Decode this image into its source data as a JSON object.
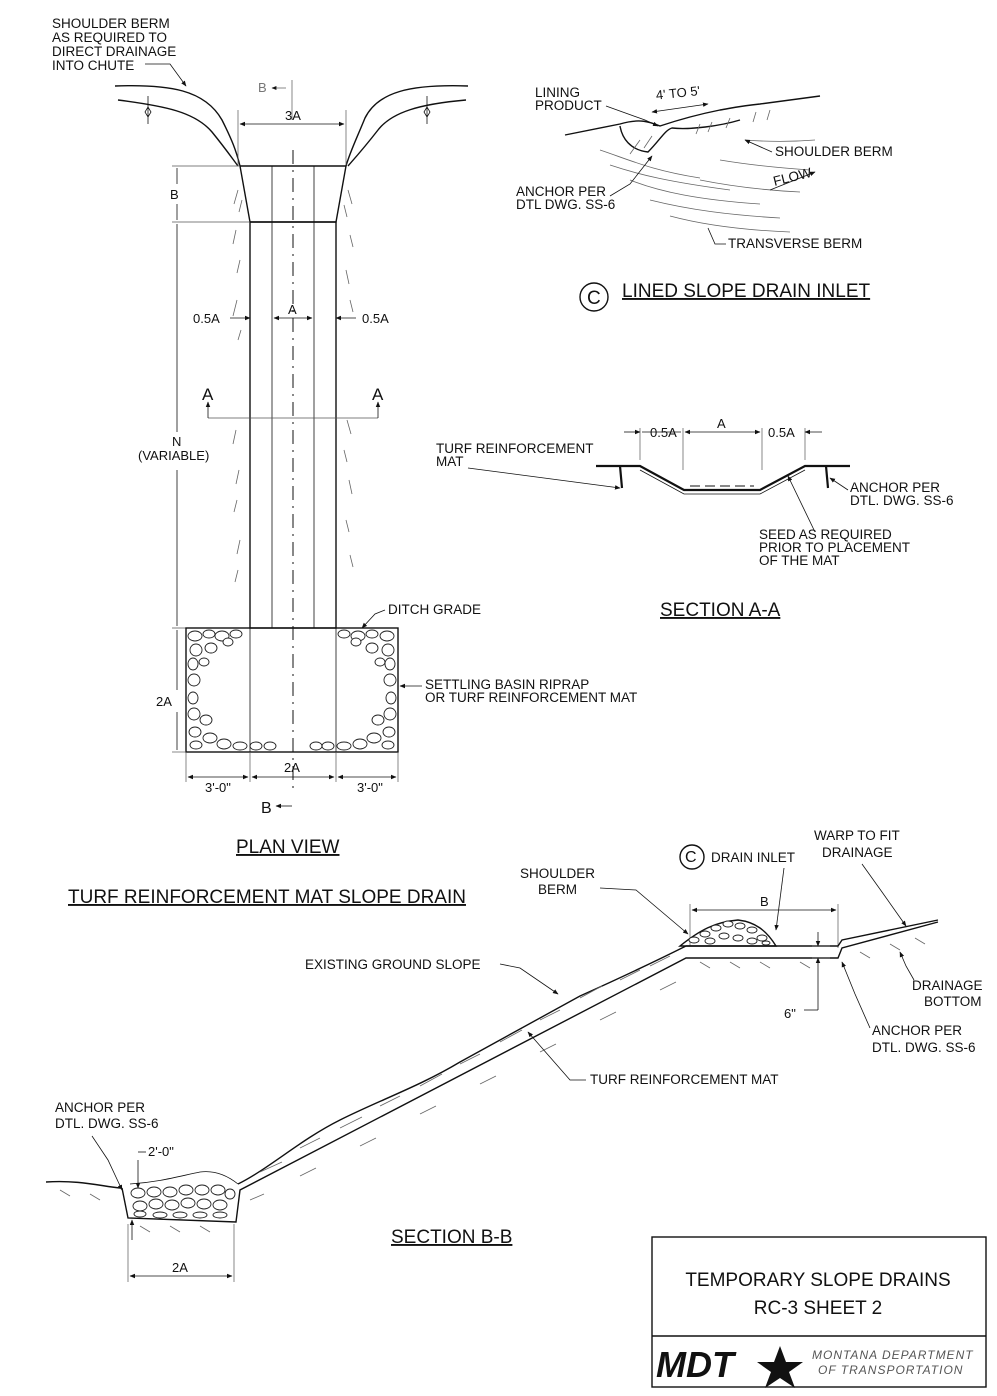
{
  "plan_view": {
    "shoulder_berm_note": [
      "SHOULDER BERM",
      "AS REQUIRED TO",
      "DIRECT DRAINAGE",
      "INTO CHUTE"
    ],
    "dim_3a": "3A",
    "dim_b": "B",
    "dim_a": "A",
    "dim_half_a_left": "0.5A",
    "dim_half_a_right": "0.5A",
    "dim_n": "N",
    "dim_n_sub": "(VARIABLE)",
    "dim_2a_side": "2A",
    "dim_2a_bottom": "2A",
    "dim_3ft_left": "3'-0\"",
    "dim_3ft_right": "3'-0\"",
    "section_a_left": "A",
    "section_a_right": "A",
    "section_b_top": "B",
    "section_b_bottom": "B",
    "ditch_grade": "DITCH GRADE",
    "settling_basin": [
      "SETTLING BASIN RIPRAP",
      "OR TURF REINFORCEMENT MAT"
    ],
    "title": "PLAN VIEW"
  },
  "main_title": "TURF REINFORCEMENT MAT SLOPE DRAIN",
  "detail_c": {
    "lining_product": [
      "LINING",
      "PRODUCT"
    ],
    "width": "4' TO 5'",
    "shoulder_berm": "SHOULDER BERM",
    "anchor": [
      "ANCHOR PER",
      "DTL DWG. SS-6"
    ],
    "flow": "FLOW",
    "transverse_berm": "TRANSVERSE BERM",
    "marker": "C",
    "title": "LINED SLOPE DRAIN INLET"
  },
  "section_aa": {
    "trm": [
      "TURF REINFORCEMENT",
      "MAT"
    ],
    "dim_half_left": "0.5A",
    "dim_a": "A",
    "dim_half_right": "0.5A",
    "anchor": [
      "ANCHOR PER",
      "DTL. DWG. SS-6"
    ],
    "seed": [
      "SEED AS REQUIRED",
      "PRIOR TO PLACEMENT",
      "OF THE MAT"
    ],
    "title": "SECTION A-A"
  },
  "section_bb": {
    "marker": "C",
    "drain_inlet": "DRAIN INLET",
    "warp": [
      "WARP TO FIT",
      "DRAINAGE"
    ],
    "shoulder_berm": [
      "SHOULDER",
      "BERM"
    ],
    "dim_b": "B",
    "existing_ground": "EXISTING GROUND SLOPE",
    "drainage_bottom": [
      "DRAINAGE",
      "BOTTOM"
    ],
    "dim_6in": "6\"",
    "anchor_right": [
      "ANCHOR PER",
      "DTL. DWG. SS-6"
    ],
    "trm": "TURF REINFORCEMENT MAT",
    "anchor_left": [
      "ANCHOR PER",
      "DTL. DWG. SS-6"
    ],
    "dim_2ft": "2'-0\"",
    "dim_2a": "2A",
    "title": "SECTION B-B"
  },
  "title_block": {
    "line1": "TEMPORARY SLOPE DRAINS",
    "line2": "RC-3  SHEET 2",
    "logo": "MDT",
    "agency_line1": "MONTANA DEPARTMENT",
    "agency_line2": "OF TRANSPORTATION"
  }
}
